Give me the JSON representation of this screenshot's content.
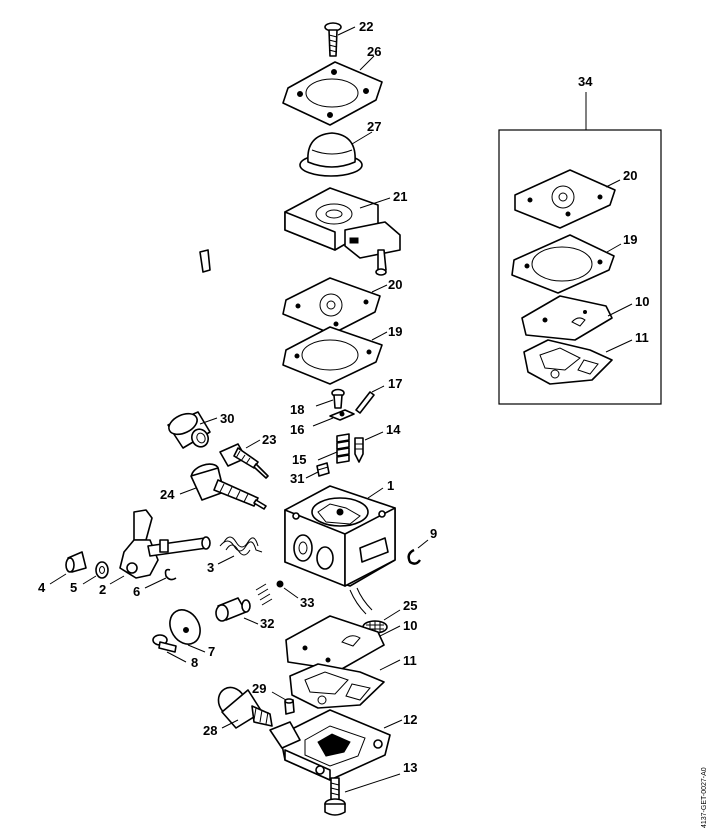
{
  "labels": {
    "p1": "1",
    "p2": "2",
    "p3": "3",
    "p4": "4",
    "p5": "5",
    "p6": "6",
    "p7": "7",
    "p8": "8",
    "p9": "9",
    "p10": "10",
    "p10b": "10",
    "p11": "11",
    "p11b": "11",
    "p12": "12",
    "p13": "13",
    "p14": "14",
    "p15": "15",
    "p16": "16",
    "p17": "17",
    "p18": "18",
    "p19": "19",
    "p19b": "19",
    "p20": "20",
    "p20b": "20",
    "p21": "21",
    "p22": "22",
    "p23": "23",
    "p24": "24",
    "p25": "25",
    "p26": "26",
    "p27": "27",
    "p28": "28",
    "p29": "29",
    "p30": "30",
    "p31": "31",
    "p32": "32",
    "p33": "33",
    "p34": "34"
  },
  "drawing_ref": "4137-GET-0027-A0"
}
